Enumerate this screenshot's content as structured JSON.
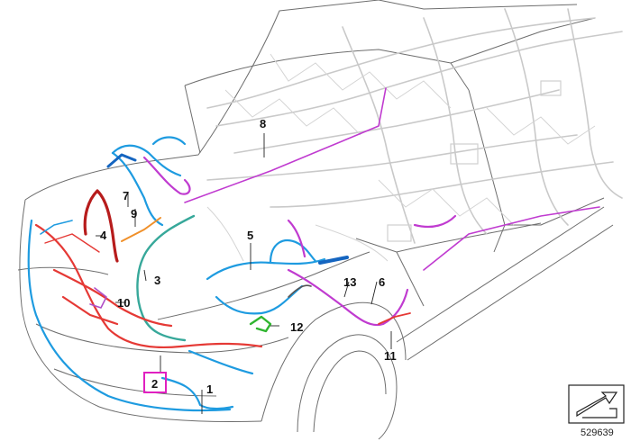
{
  "figure": {
    "document_number": "529639",
    "highlighted_callout": "2",
    "callouts": [
      "1",
      "2",
      "3",
      "4",
      "5",
      "6",
      "7",
      "8",
      "9",
      "10",
      "11",
      "12",
      "13"
    ]
  },
  "colors": {
    "blue": "#1e9be0",
    "dark_blue": "#1565c0",
    "red": "#e53935",
    "dark_red": "#b71c1c",
    "magenta": "#c03bd0",
    "violet_thin": "#b04fc8",
    "teal": "#37a89a",
    "orange": "#f0902a",
    "green": "#2fb52f",
    "grey_ghost": "#c9c9c9",
    "highlight_box": "#e020c0"
  },
  "icons": {
    "nav_badge": "page-reference-arrow-icon"
  }
}
